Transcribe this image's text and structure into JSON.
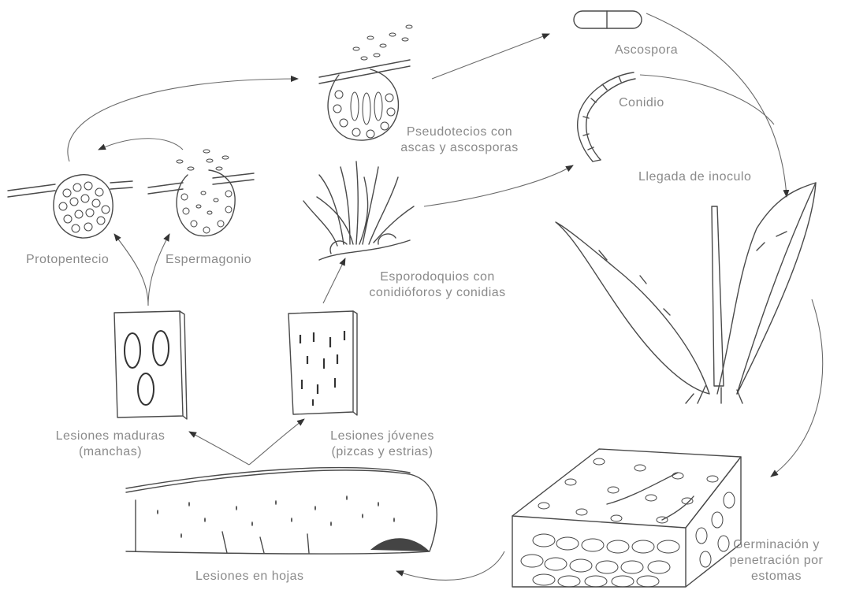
{
  "labels": {
    "ascospora": "Ascospora",
    "conidio": "Conidio",
    "pseudotecios_1": "Pseudotecios con",
    "pseudotecios_2": "ascas y ascosporas",
    "llegada": "Llegada de inoculo",
    "protopentecio": "Protopentecio",
    "espermagonio": "Espermagonio",
    "esporodoquios_1": "Esporodoquios con",
    "esporodoquios_2": "conidióforos y conidias",
    "lesiones_maduras_1": "Lesiones maduras",
    "lesiones_maduras_2": "(manchas)",
    "lesiones_jovenes_1": "Lesiones jóvenes",
    "lesiones_jovenes_2": "(pizcas y estrias)",
    "germinacion_1": "Germinación y",
    "germinacion_2": "penetración por",
    "germinacion_3": "estomas",
    "lesiones_hojas": "Lesiones en hojas"
  },
  "colors": {
    "line": "#4a4a4a",
    "arrow": "#6a6a6a",
    "text": "#8a8a8a"
  }
}
